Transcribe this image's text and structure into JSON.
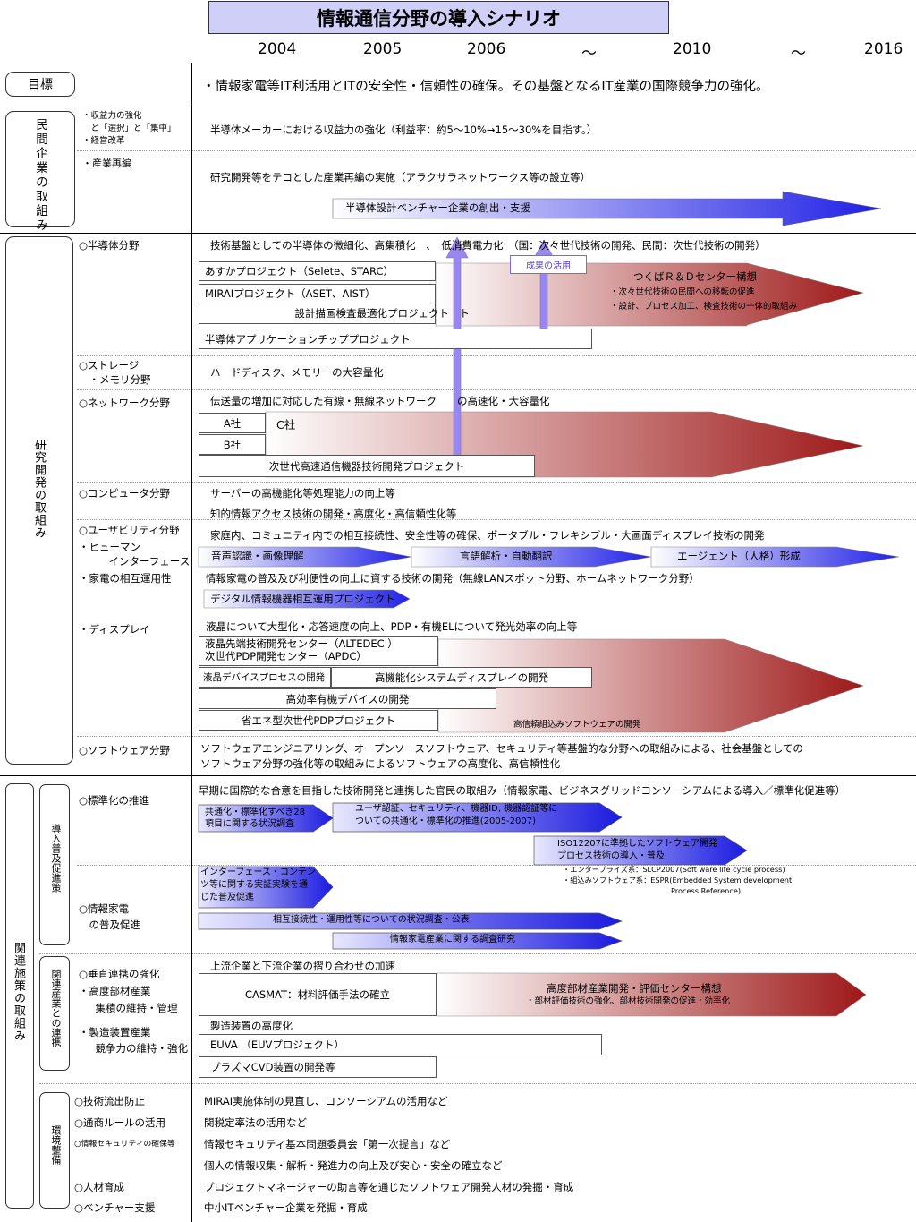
{
  "title": "情報通信分野の導入シナリオ",
  "years": [
    "2004",
    "2005",
    "2006",
    "〜",
    "2010",
    "〜",
    "2016"
  ],
  "goal": {
    "label": "目標",
    "text": "・情報家電等IT利活用とITの安全性・信頼性の確保。その基盤となるIT産業の国際競争力の強化。"
  },
  "private": {
    "title": "民間企業の取組み",
    "items": [
      "・収益力の強化",
      "　と「選択」と「集中」",
      "・経営改革",
      "・産業再編"
    ],
    "row1": "半導体メーカーにおける収益力の強化（利益率：約5〜10%→15〜30%を目指す。）",
    "row2": "研究開発等をテコとした産業再編の実施（アラクサラネットワークス等の設立等）",
    "arrow": "半導体設計ベンチャー企業の創出・支援"
  },
  "research": {
    "title": "研究開発の取組み",
    "semi": {
      "label": "○半導体分野",
      "desc": "技術基盤としての半導体の微細化、高集積化　、　低消費電力化　（国：次々世代技術の開発、民間：次世代技術の開発）",
      "results": "成果の活用",
      "p1": "あすかプロジェクト（Selete、STARC）",
      "p2": "MIRAIプロジェクト（ASET、AIST）",
      "p3": "設計描画検査最適化プロジェクト　ト",
      "p4": "半導体アプリケーションチッププロジェクト",
      "tsukuba": "つくばＲ＆Ｄセンター構想",
      "tsukuba_note1": "・次々世代技術の民間への移転の促進",
      "tsukuba_note2": "・設計、プロセス加工、検査技術の一体的取組み"
    },
    "storage": {
      "label1": "○ストレージ",
      "label2": "　・メモリ分野",
      "desc": "ハードディスク、メモリーの大容量化"
    },
    "network": {
      "label": "○ネットワーク分野",
      "desc": "伝送量の増加に対応した有線・無線ネットワーク　　の高速化・大容量化",
      "a": "A社",
      "b": "B社",
      "c": "C社",
      "proj": "次世代高速通信機器技術開発プロジェクト"
    },
    "computer": {
      "label": "○コンピュータ分野",
      "desc": "サーバーの高機能化等処理能力の向上等"
    },
    "info_access": "知的情報アクセス技術の開発・高度化・高信頼性化等",
    "usability": {
      "label1": "○ユーザビリティ分野",
      "label2": "・ヒューマン",
      "label3": "　インターフェース",
      "label4": "・家電の相互運用性",
      "desc": "家庭内、コミュニティ内での相互接続性、安全性等の確保、ポータブル・フレキシブル・大画面ディスプレイ技術の開発",
      "s1": "音声認識・画像理解",
      "s2": "言語解析・自動翻訳",
      "s3": "エージェント（人格）形成",
      "desc2": "情報家電の普及及び利便性の向上に資する技術の開発（無線LANスポット分野、ホームネットワーク分野）",
      "digital": "デジタル情報機器相互運用プロジェクト"
    },
    "display": {
      "label": "・ディスプレイ",
      "desc": "液晶について大型化・応答速度の向上、PDP・有機ELについて発光効率の向上等",
      "c1": "液晶先端技術開発センター（ALTEDEC ）",
      "c2": "次世代PDP開発センター（APDC）",
      "lcd": "液晶デバイスプロセスの開発",
      "hf": "高機能化システムディスプレイの開発",
      "oled": "高効率有機デバイスの開発",
      "pdp": "省エネ型次世代PDPプロジェクト",
      "sw": "高信頼組込みソフトウェアの開発"
    },
    "software": {
      "label": "○ソフトウェア分野",
      "desc1": "ソフトウェアエンジニアリング、オープンソースソフトウェア、セキュリティ等基盤的な分野への取組みによる、社会基盤としての",
      "desc2": "ソフトウェア分野の強化等の取組みによるソフトウェアの高度化、高信頼性化"
    }
  },
  "policy": {
    "title": "関連施策の取組み",
    "sub1": "導入普及促進策",
    "sub2": "関連産業との連携",
    "sub3": "環境整備",
    "std": {
      "label": "○標準化の推進",
      "desc": "早期に国際的な合意を目指した技術開発と連携した官民の取組み（情報家電、ビジネスグリッドコンソーシアムによる導入／標準化促進等）",
      "a1l1": "共通化・標準化すべき28",
      "a1l2": "項目に関する状況調査",
      "a2l1": "ユーザ認証、セキュリティ、機器ID, 機器認証等に",
      "a2l2": "ついての共通化・標準化の推進(2005-2007)",
      "a3l1": "ISO12207に準拠したソフトウェア開発",
      "a3l2": "プロセス技術の導入・普及",
      "n1": "・エンタープライズ系：SLCP2007(Soft ware life cycle process)",
      "n2": "・組込みソフトウェア系：ESPR(Embedded System development",
      "n3": "Process Reference)"
    },
    "appl": {
      "label1": "○情報家電",
      "label2": "　の普及促進",
      "ifl1": "インターフェース・コンテン",
      "ifl2": "ツ等に関する実証実験を通",
      "ifl3": "じた普及促進",
      "r1": "相互接続性・運用性等についての状況調査・公表",
      "r2": "情報家電産業に関する調査研究"
    },
    "vert": {
      "label1": "○垂直連携の強化",
      "label2": "・高度部材産業",
      "label3": "　集積の維持・管理",
      "label4": "・製造装置産業",
      "label5": "　競争力の維持・強化",
      "desc": "上流企業と下流企業の摺り合わせの加速",
      "casmat": "CASMAT：材料評価手法の確立",
      "center": "高度部材産業開発・評価センター構想",
      "center_note": "・部材評価技術の強化、部材技術開発の促進・効率化",
      "mfg": "製造装置の高度化",
      "euva": "EUVA （EUVプロジェクト）",
      "plasma": "プラズマCVD装置の開発等"
    },
    "env": [
      {
        "label": "○技術流出防止",
        "desc": "MIRAI実施体制の見直し、コンソーシアムの活用など"
      },
      {
        "label": "○通商ルールの活用",
        "desc": "関税定率法の活用など"
      },
      {
        "label": "○情報セキュリティの確保等",
        "desc": "情報セキュリティ基本問題委員会「第一次提言」など"
      },
      {
        "label": "",
        "desc": "個人の情報収集・解析・発進力の向上及び安心・安全の確立など"
      },
      {
        "label": "○人材育成",
        "desc": "プロジェクトマネージャーの助言等を通じたソフトウェア開発人材の発掘・育成"
      },
      {
        "label": "○ベンチャー支援",
        "desc": "中小ITベンチャー企業を発掘・育成"
      }
    ]
  },
  "colors": {
    "blue": "#2a2ae8",
    "red": "#a01c1c",
    "violet": "#9a87ee",
    "title_bg": "#cfcff8"
  }
}
